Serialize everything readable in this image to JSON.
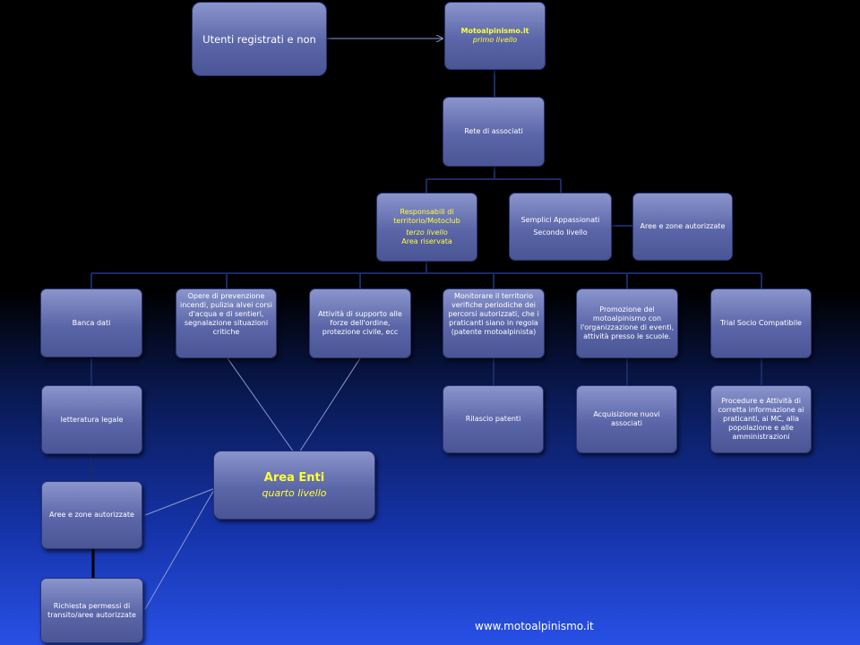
{
  "nodes": {
    "utenti": [
      "Utenti registrati  e non"
    ],
    "moto": [
      "Motoalpinismo.it",
      "primo livello"
    ],
    "rete": [
      "Rete  di associati"
    ],
    "resp": [
      "Responsabili  di",
      "territorio/Motoclub",
      "terzo livello",
      "Area  riservata"
    ],
    "semplici": [
      "Semplici  Appassionati",
      "Secondo livello"
    ],
    "aree1": [
      "Aree e zone autorizzate"
    ],
    "banca": [
      "Banca  dati"
    ],
    "opere": [
      "Opere  di prevenzione",
      "incendi, pulizia alvei  corsi",
      "d'acqua e di sentieri,",
      "segnalazione  situazioni",
      "critiche"
    ],
    "attivita": [
      "Attività  di supporto alle",
      "forze  dell'ordine,",
      "protezione  civile,  ecc"
    ],
    "monitorare": [
      "Monitorare  il territorio",
      "verifiche  periodiche  dei",
      "percorsi  autorizzati,  che i",
      "praticanti  siano in regola",
      "(patente  motoalpinista)"
    ],
    "promozione": [
      "Promozione  del",
      "motoalpinismo  con",
      "l'organizzazione  di eventi,",
      "attività  presso le scuole."
    ],
    "trial": [
      "Trial  Socio  Compatibile"
    ],
    "letteratura": [
      "letteratura  legale"
    ],
    "rilascio": [
      "Rilascio  patenti"
    ],
    "acquisizione": [
      "Acquisizione  nuovi",
      "associati"
    ],
    "procedure": [
      "Procedure  e Attività  di",
      "corretta  informazione  ai",
      "praticanti,  ai MC, alla",
      "popolazione  e alle",
      "amministrazioni"
    ],
    "aree2": [
      "Aree  e  zone autorizzate"
    ],
    "richiesta": [
      "Richiesta  permessi  di",
      "transito/aree  autorizzate"
    ],
    "areaenti": [
      "Area Enti",
      "quarto livello"
    ]
  },
  "footer": "www.motoalpinismo.it",
  "colors": {
    "box_top": "#8a94cc",
    "box_bottom": "#4a5596",
    "highlight_text": "#ffff33",
    "text": "#ffffff",
    "line": "#1a2a66"
  }
}
